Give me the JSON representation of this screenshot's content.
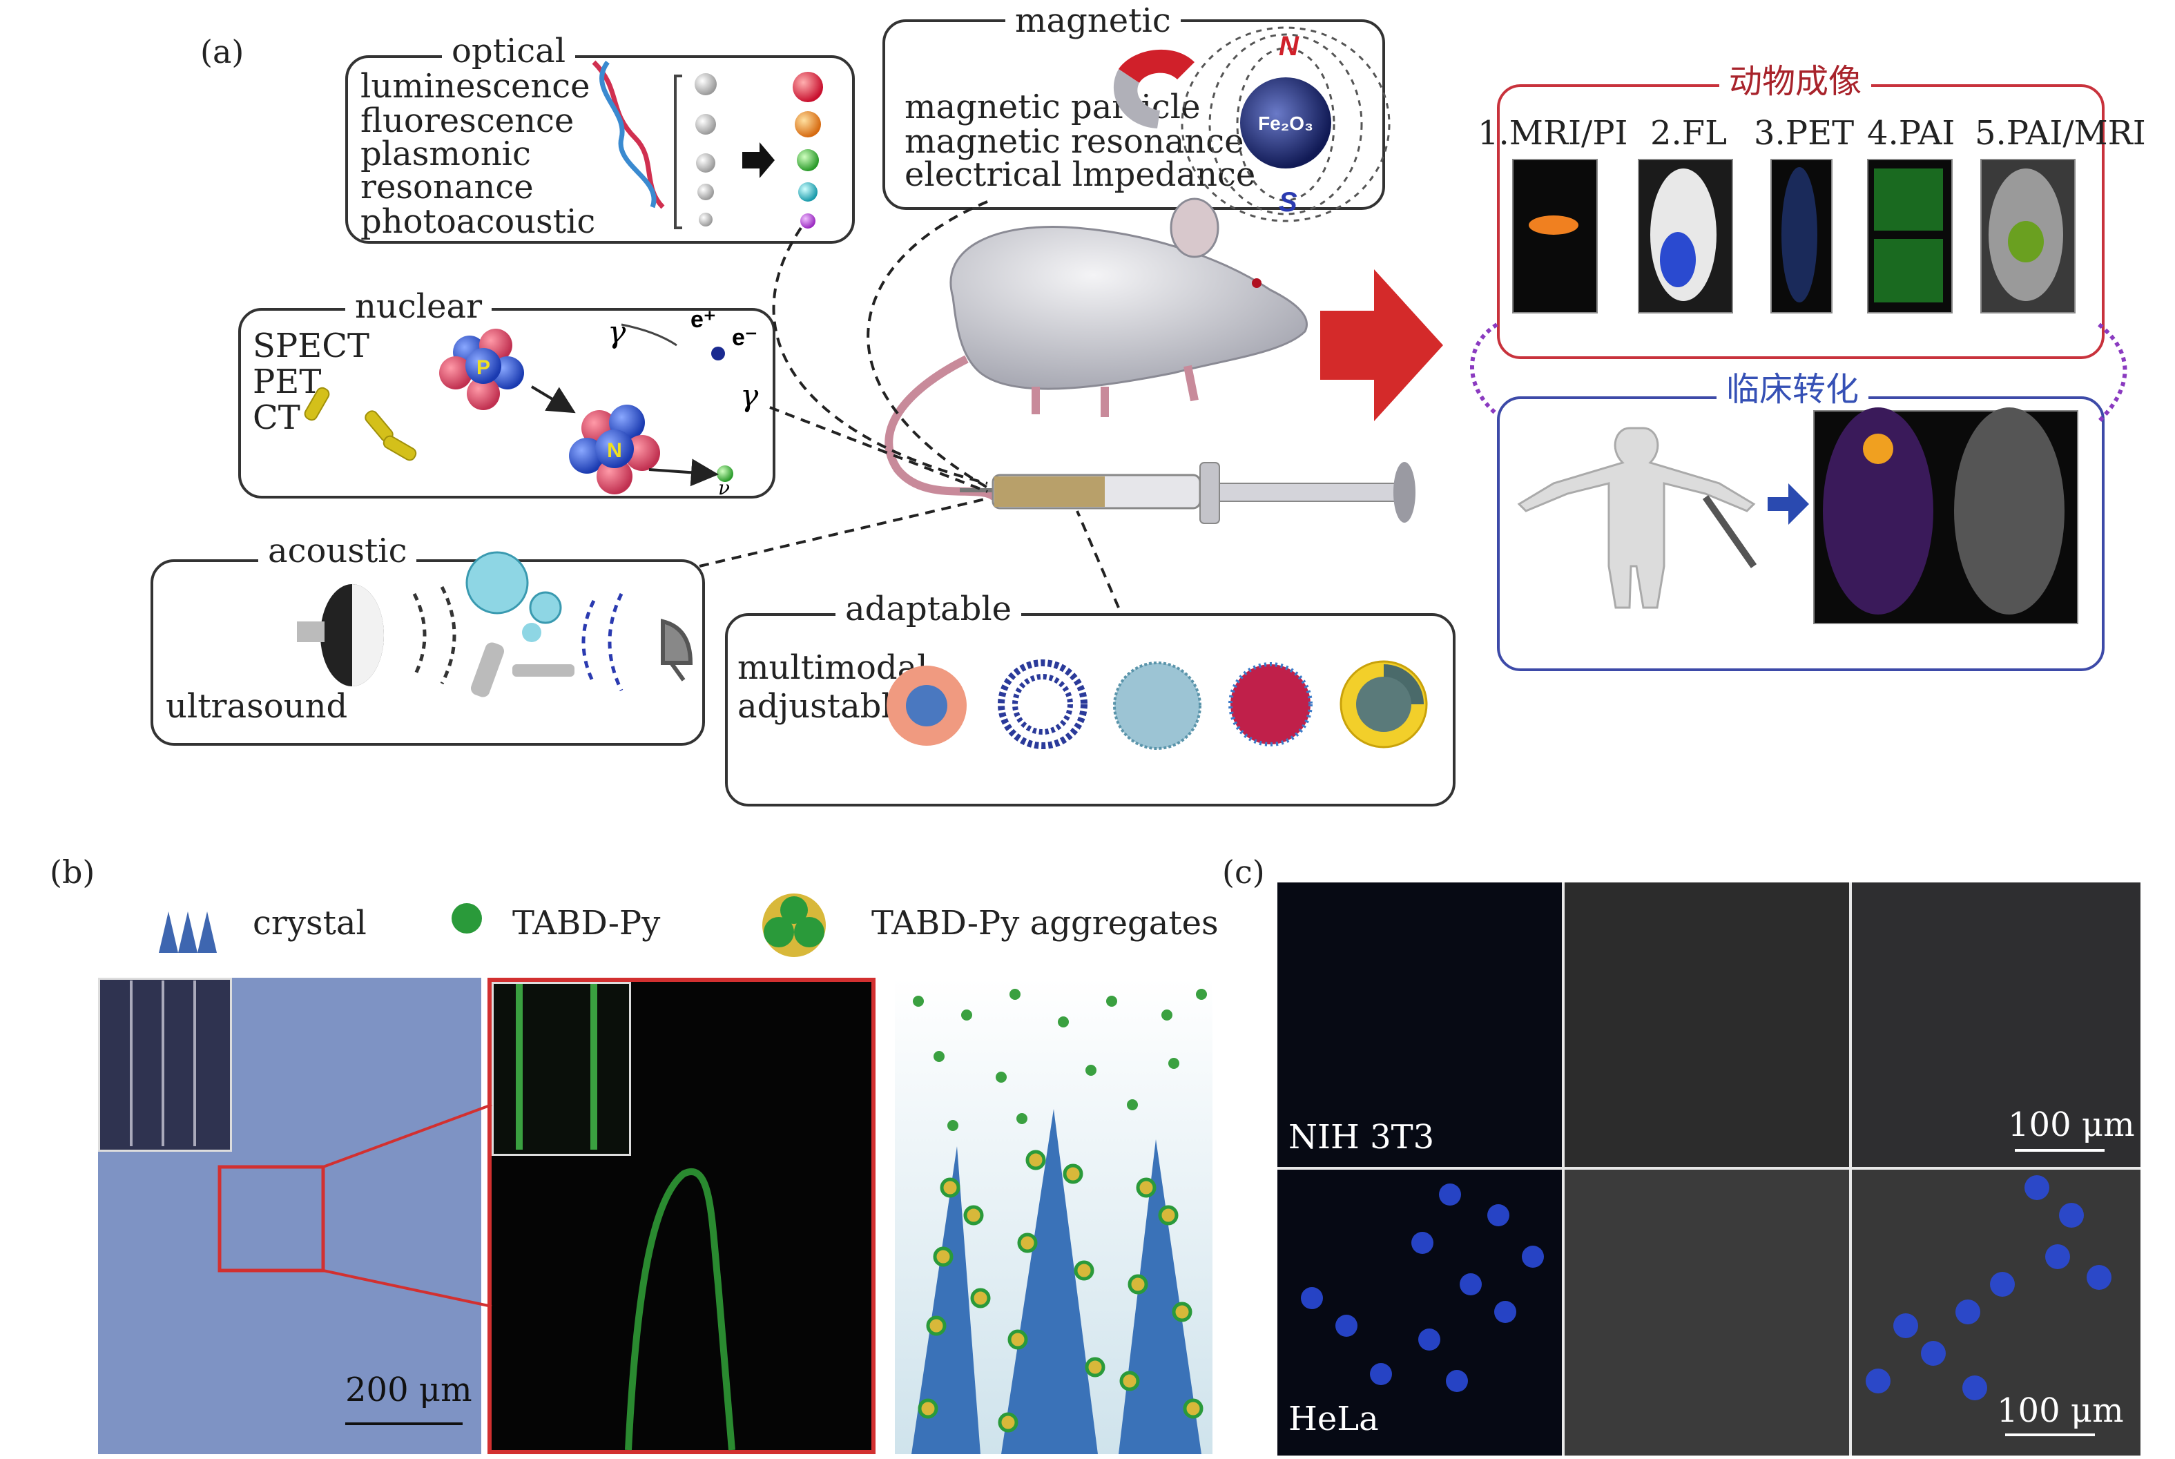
{
  "panel_a": {
    "tag": "(a)",
    "optical": {
      "title": "optical",
      "items": [
        "luminescence",
        "fluorescence",
        "plasmonic",
        "resonance",
        "photoacoustic"
      ]
    },
    "magnetic": {
      "title": "magnetic",
      "items": [
        "magnetic particle",
        "magnetic resonance",
        "electrical lmpedance"
      ],
      "pole_n": "N",
      "pole_s": "S",
      "particle_label": "Fe₂O₃"
    },
    "nuclear": {
      "title": "nuclear",
      "items": [
        "SPECT",
        "PET",
        "CT"
      ],
      "p_label": "P",
      "n_label": "N",
      "gamma": "γ",
      "positron": "e⁺",
      "electron": "e⁻",
      "neutrino": "ν"
    },
    "acoustic": {
      "title": "acoustic",
      "caption": "ultrasound"
    },
    "adaptable": {
      "title": "adaptable",
      "items": [
        "multimodal",
        "adjustable"
      ]
    },
    "animal_imaging": {
      "title": "动物成像",
      "modalities": [
        "1.MRI/PI",
        "2.FL",
        "3.PET",
        "4.PAI",
        "5.PAI/MRI"
      ]
    },
    "clinical": {
      "title": "临床转化"
    },
    "colors": {
      "animal_title": "#a8232b",
      "clinical_title": "#3550b5",
      "animal_box": "#c8323c",
      "clinical_box": "#3d4aa8",
      "arrow": "#d42a2a"
    }
  },
  "panel_b": {
    "tag": "(b)",
    "legend": [
      "crystal",
      "TABD-Py",
      "TABD-Py aggregates"
    ],
    "scale": "200 μm"
  },
  "panel_c": {
    "tag": "(c)",
    "rows": [
      "NIH 3T3",
      "HeLa"
    ],
    "scale": "100 μm"
  }
}
